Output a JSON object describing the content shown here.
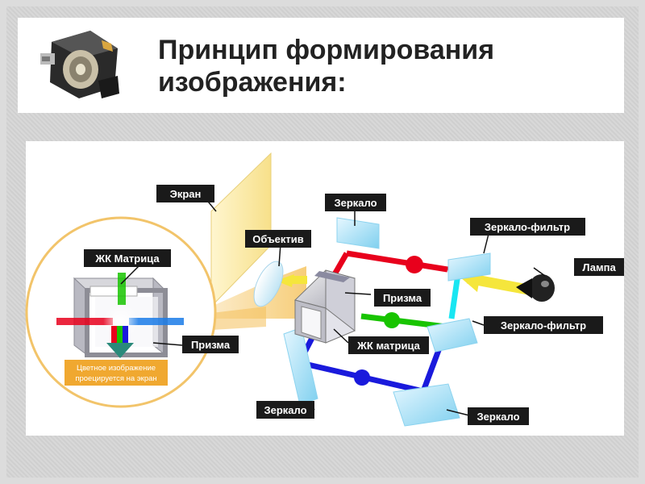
{
  "slide": {
    "title_line1": "Принцип формирования",
    "title_line2": "изображения:"
  },
  "photo": {
    "icon": "projector-lamp-icon"
  },
  "diagram": {
    "labels": {
      "screen": "Экран",
      "lens": "Объектив",
      "mirror_top": "Зеркало",
      "filter_mirror_top": "Зеркало-фильтр",
      "lamp": "Лампа",
      "prism_main": "Призма",
      "filter_mirror_mid": "Зеркало-фильтр",
      "lcd_matrix_main": "ЖК матрица",
      "mirror_bottom_left": "Зеркало",
      "mirror_bottom_right": "Зеркало",
      "lcd_matrix_inset": "ЖК Матрица",
      "prism_inset": "Призма"
    },
    "inset_caption_line1": "Цветное изображение",
    "inset_caption_line2": "проецируется на экран",
    "colors": {
      "red": "#e8001c",
      "green": "#18c400",
      "blue": "#1a1adc",
      "cyan": "#19e6f2",
      "yellow": "#f5e63c",
      "label_bg": "#1a1a1a",
      "inset_border": "#f2c46a",
      "caption_bg": "#f0a830"
    }
  }
}
